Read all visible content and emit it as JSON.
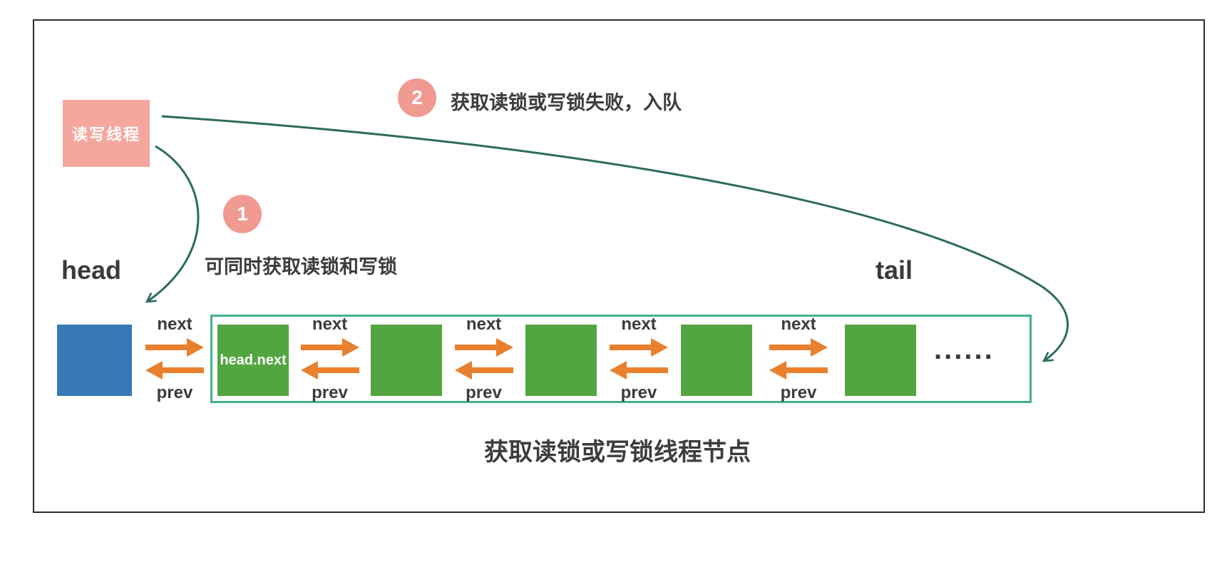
{
  "diagram": {
    "thread_box_label": "读写线程",
    "steps": {
      "step1": {
        "number": "1",
        "text": "可同时获取读锁和写锁"
      },
      "step2": {
        "number": "2",
        "text": "获取读锁或写锁失败，入队"
      }
    },
    "labels": {
      "head": "head",
      "tail": "tail",
      "head_next": "head.next",
      "next": "next",
      "prev": "prev",
      "ellipsis": "......"
    },
    "caption": "获取读锁或写锁线程节点",
    "colors": {
      "thread_box": "#F5A79E",
      "step_badge": "#F09A92",
      "head_node": "#3779B6",
      "queue_node": "#53A542",
      "queue_border": "#43B08E",
      "link_arrow": "#E8802D",
      "curve_arrow": "#2C6B5F",
      "text": "#3C3C3C"
    }
  }
}
